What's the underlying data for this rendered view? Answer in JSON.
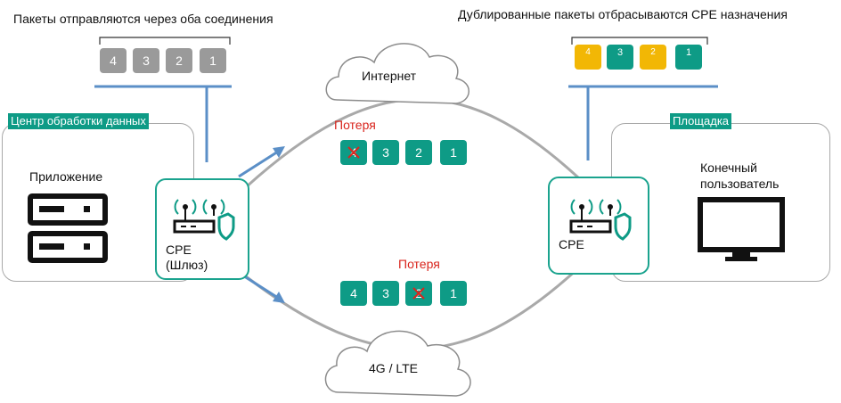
{
  "captions": {
    "send_both": "Пакеты отправляются через оба соединения",
    "duplicates_dropped": "Дублированные  пакеты отбрасываются CPE назначения"
  },
  "regions": {
    "datacenter": "Центр обработки данных",
    "site": "Площадка"
  },
  "nodes": {
    "app_label": "Приложение",
    "cpe_gateway_line1": "CPE",
    "cpe_gateway_line2": "(Шлюз)",
    "cpe_dest": "CPE",
    "end_user_line1": "Конечный",
    "end_user_line2": "пользователь"
  },
  "clouds": {
    "internet": "Интернет",
    "lte": "4G / LTE"
  },
  "loss_label": "Потеря",
  "packets": {
    "source": [
      "4",
      "3",
      "2",
      "1"
    ],
    "internet_path": [
      "4",
      "3",
      "2",
      "1"
    ],
    "lte_path": [
      "4",
      "3",
      "2",
      "1"
    ],
    "destination": [
      "4",
      "3",
      "2",
      "1"
    ]
  },
  "colors": {
    "accent": "#0e9b86",
    "duplicate": "#f2b705",
    "loss": "#d9251d",
    "link": "#5b8fc7",
    "source_packet": "#9a9a9a"
  }
}
